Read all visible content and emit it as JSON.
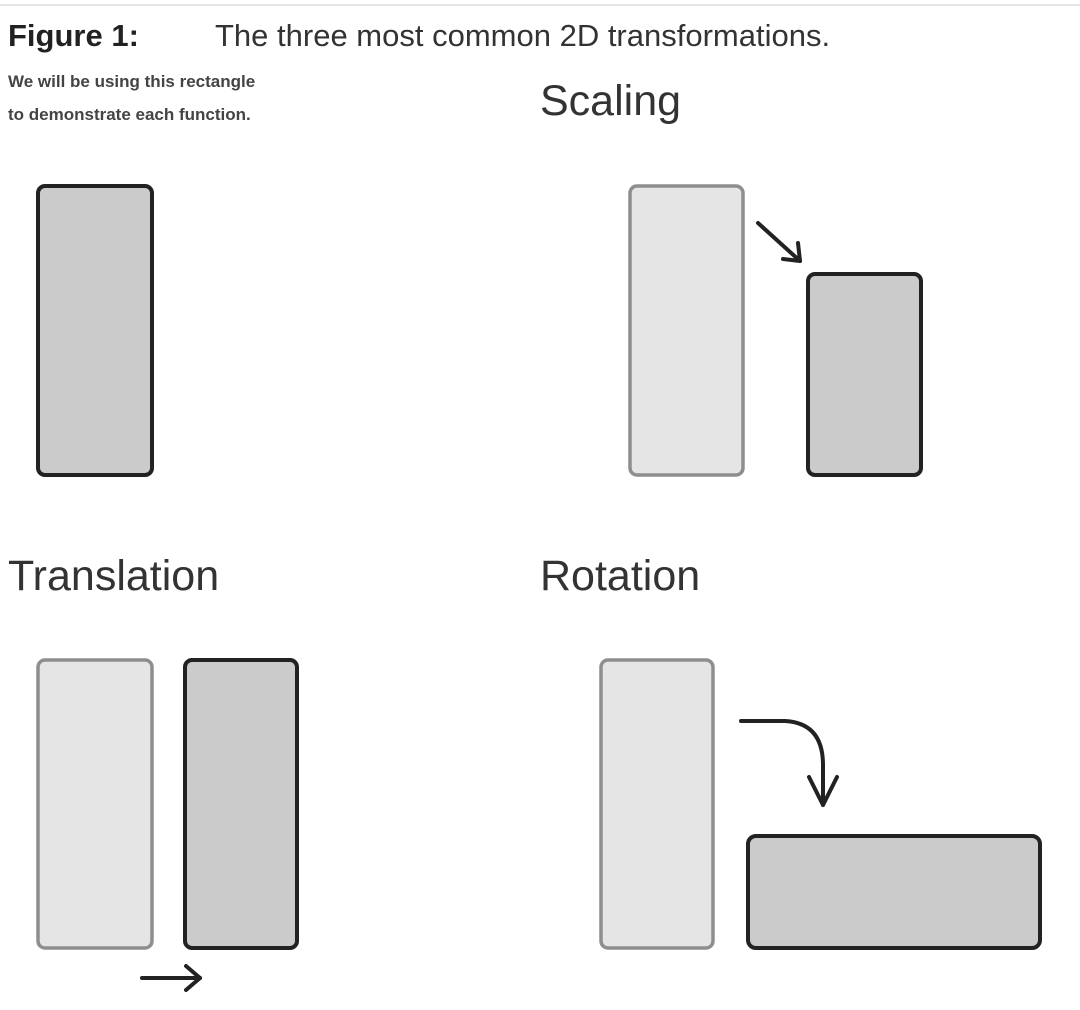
{
  "figure": {
    "label": "Figure 1:",
    "title": "The three most common 2D transformations.",
    "subtitle_line1": "We will be using this rectangle",
    "subtitle_line2": "to demonstrate each function."
  },
  "panels": {
    "scaling": {
      "label": "Scaling"
    },
    "translation": {
      "label": "Translation"
    },
    "rotation": {
      "label": "Rotation"
    }
  },
  "colors": {
    "shape_fill": "#cbcbcb",
    "ghost_fill": "#e5e5e5",
    "stroke_dark": "#222222",
    "stroke_light": "#8e8e8e"
  }
}
